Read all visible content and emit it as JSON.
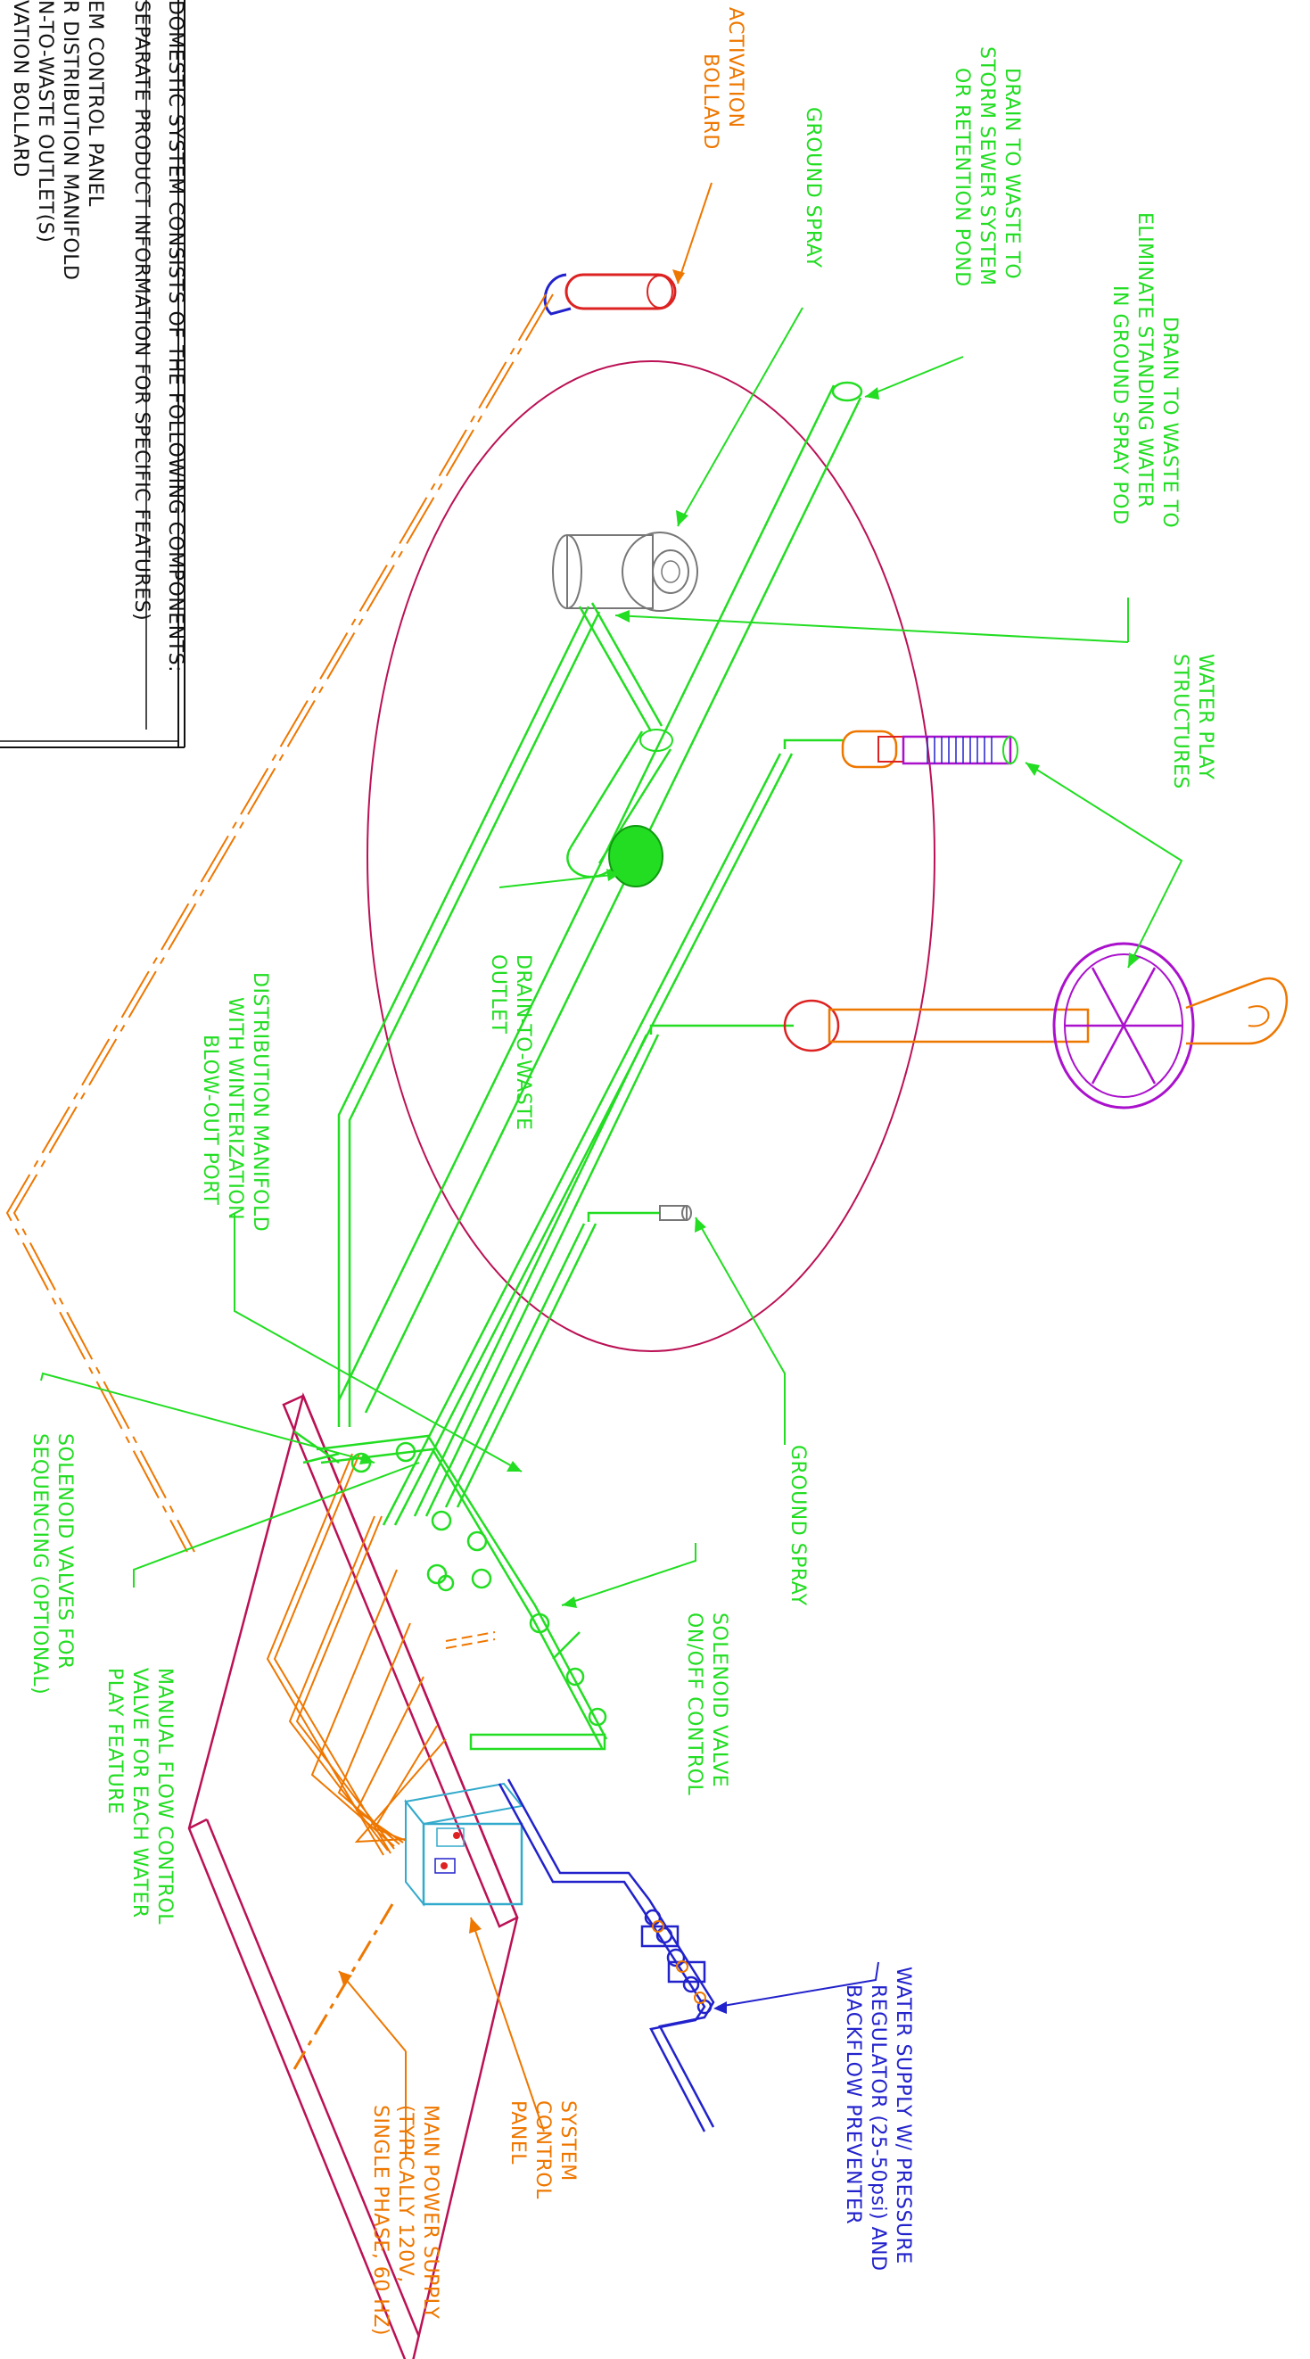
{
  "colors": {
    "green": "#22dd22",
    "orange": "#ee7700",
    "blue": "#2222cc",
    "red": "#dd2222",
    "magenta": "#bb1155",
    "purple": "#aa11cc",
    "cyan": "#33aacc",
    "gray": "#777777",
    "black": "#111111"
  },
  "notes": {
    "line1": "DOMESTIC SYSTEM CONSISTS OF THE FOLLOWING COMPONENTS:",
    "line2": "SEPARATE PRODUCT INFORMATION FOR SPECIFIC FEATURES)",
    "line3": "EM CONTROL PANEL",
    "line4": "R DISTRIBUTION MANIFOLD",
    "line5": "N-TO-WASTE OUTLET(S)",
    "line6": "VATION BOLLARD"
  },
  "callouts": {
    "activation_bollard": [
      "ACTIVATION",
      "BOLLARD"
    ],
    "ground_spray_top": [
      "GROUND SPRAY"
    ],
    "drain_storm": [
      "DRAIN TO WASTE TO",
      "STORM SEWER SYSTEM",
      "OR RETENTION POND"
    ],
    "drain_standing": [
      "DRAIN TO WASTE TO",
      "ELIMINATE STANDING WATER",
      "IN GROUND SPRAY POD"
    ],
    "water_play": [
      "WATER PLAY",
      "STRUCTURES"
    ],
    "drain_outlet": [
      "DRAIN-TO-WASTE",
      "OUTLET"
    ],
    "distribution_manifold": [
      "DISTRIBUTION MANIFOLD",
      "WITH WINTERIZATION",
      "BLOW-OUT PORT"
    ],
    "ground_spray_right": [
      "GROUND SPRAY"
    ],
    "solenoid_onoff": [
      "SOLENOID VALVE",
      "ON/OFF CONTROL"
    ],
    "solenoid_seq": [
      "SOLENOID VALVES FOR",
      "SEQUENCING (OPTIONAL)"
    ],
    "manual_flow": [
      "MANUAL FLOW CONTROL",
      "VALVE FOR EACH WATER",
      "PLAY FEATURE"
    ],
    "water_supply": [
      "WATER SUPPLY W/ PRESSURE",
      "REGULATOR (25-50psi) AND",
      "BACKFLOW PREVENTER"
    ],
    "system_panel": [
      "SYSTEM",
      "CONTROL",
      "PANEL"
    ],
    "main_power": [
      "MAIN POWER SUPPLY",
      "(TYPICALLY 120V,",
      "SINGLE PHASE, 60 HZ)"
    ]
  }
}
